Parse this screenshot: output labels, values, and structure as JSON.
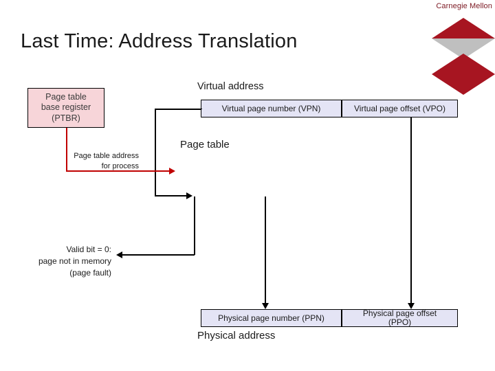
{
  "branding": {
    "text": "Carnegie Mellon"
  },
  "slide": {
    "title": "Last Time: Address Translation"
  },
  "diagram": {
    "ptbr_box": {
      "line1": "Page table",
      "line2": "base register",
      "line3": "(PTBR)"
    },
    "virtual_address_label": "Virtual address",
    "vpn_box": "Virtual page number (VPN)",
    "vpo_box": "Virtual page offset (VPO)",
    "page_table_label": "Page table",
    "page_table_address_label": {
      "line1": "Page table address",
      "line2": "for process"
    },
    "valid_bit_label": {
      "line1": "Valid bit = 0:",
      "line2": "page not in memory",
      "line3": "(page fault)"
    },
    "ppn_box": "Physical page number (PPN)",
    "ppo_box": {
      "line1": "Physical page offset",
      "line2": "(PPO)"
    },
    "physical_address_label": "Physical address"
  },
  "colors": {
    "brand_red": "#a71521",
    "brand_gray": "#bfbfbf",
    "ptbr_fill": "#f7d5d9",
    "address_fill": "#e4e4f5",
    "arrow_red": "#c00000",
    "arrow_black": "#000000"
  }
}
